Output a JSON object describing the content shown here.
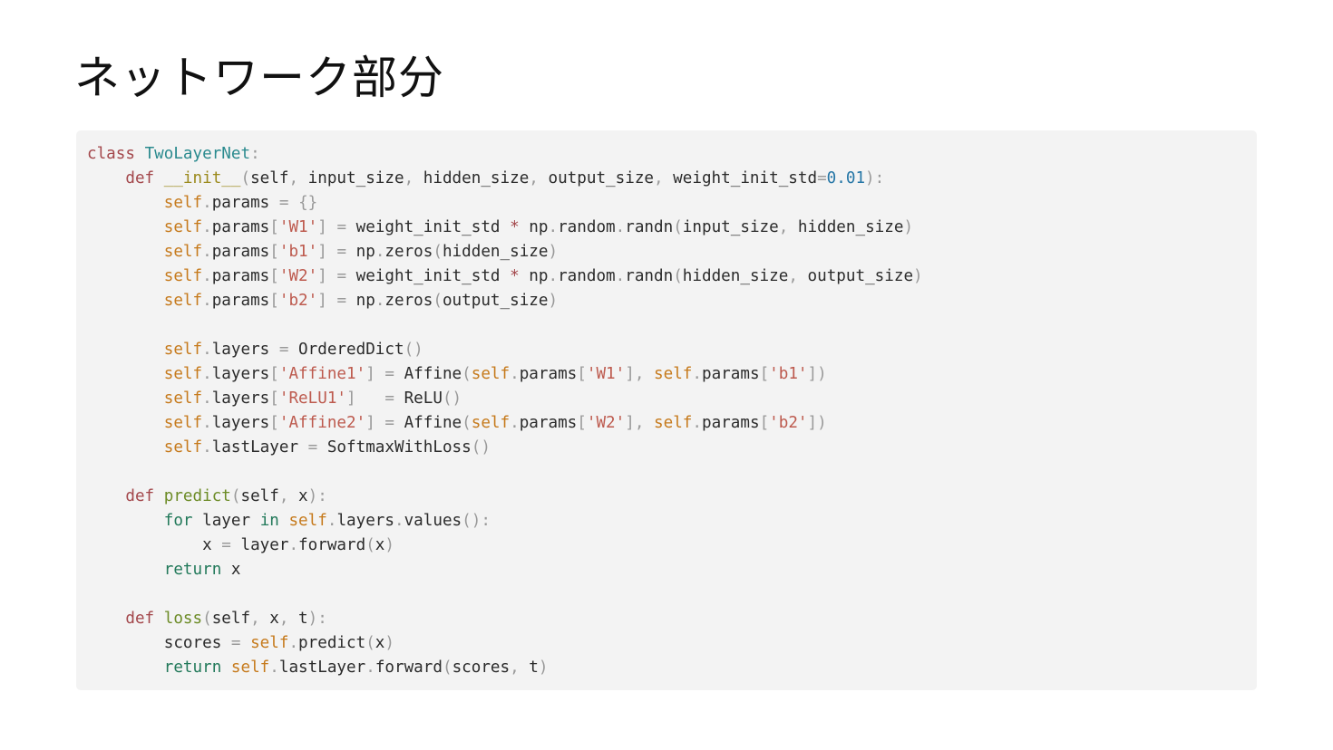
{
  "title": "ネットワーク部分",
  "colors": {
    "background": "#ffffff",
    "code_background": "#f3f3f3",
    "keyword": "#a3474b",
    "control_keyword": "#22795a",
    "class_name": "#2a8a8e",
    "function_name": "#6c8b26",
    "magic_method": "#9b8a1c",
    "self": "#c67a1c",
    "string": "#bd5a4e",
    "number": "#2576a6",
    "punctuation": "#9a9a9a",
    "text": "#2b2b2b"
  },
  "code": {
    "language": "python",
    "lines": [
      [
        [
          "kw",
          "class"
        ],
        [
          "txt",
          " "
        ],
        [
          "cls",
          "TwoLayerNet"
        ],
        [
          "punct",
          ":"
        ]
      ],
      [
        [
          "txt",
          "    "
        ],
        [
          "kw",
          "def"
        ],
        [
          "txt",
          " "
        ],
        [
          "magic",
          "__init__"
        ],
        [
          "punct",
          "("
        ],
        [
          "txt",
          "self"
        ],
        [
          "punct",
          ","
        ],
        [
          "txt",
          " input_size"
        ],
        [
          "punct",
          ","
        ],
        [
          "txt",
          " hidden_size"
        ],
        [
          "punct",
          ","
        ],
        [
          "txt",
          " output_size"
        ],
        [
          "punct",
          ","
        ],
        [
          "txt",
          " weight_init_std"
        ],
        [
          "punct",
          "="
        ],
        [
          "num",
          "0.01"
        ],
        [
          "punct",
          "):"
        ]
      ],
      [
        [
          "txt",
          "        "
        ],
        [
          "self",
          "self"
        ],
        [
          "punct",
          "."
        ],
        [
          "txt",
          "params "
        ],
        [
          "punct",
          "="
        ],
        [
          "txt",
          " "
        ],
        [
          "punct",
          "{}"
        ]
      ],
      [
        [
          "txt",
          "        "
        ],
        [
          "self",
          "self"
        ],
        [
          "punct",
          "."
        ],
        [
          "txt",
          "params"
        ],
        [
          "punct",
          "["
        ],
        [
          "str",
          "'W1'"
        ],
        [
          "punct",
          "]"
        ],
        [
          "txt",
          " "
        ],
        [
          "punct",
          "="
        ],
        [
          "txt",
          " weight_init_std "
        ],
        [
          "op",
          "*"
        ],
        [
          "txt",
          " np"
        ],
        [
          "punct",
          "."
        ],
        [
          "txt",
          "random"
        ],
        [
          "punct",
          "."
        ],
        [
          "txt",
          "randn"
        ],
        [
          "punct",
          "("
        ],
        [
          "txt",
          "input_size"
        ],
        [
          "punct",
          ","
        ],
        [
          "txt",
          " hidden_size"
        ],
        [
          "punct",
          ")"
        ]
      ],
      [
        [
          "txt",
          "        "
        ],
        [
          "self",
          "self"
        ],
        [
          "punct",
          "."
        ],
        [
          "txt",
          "params"
        ],
        [
          "punct",
          "["
        ],
        [
          "str",
          "'b1'"
        ],
        [
          "punct",
          "]"
        ],
        [
          "txt",
          " "
        ],
        [
          "punct",
          "="
        ],
        [
          "txt",
          " np"
        ],
        [
          "punct",
          "."
        ],
        [
          "txt",
          "zeros"
        ],
        [
          "punct",
          "("
        ],
        [
          "txt",
          "hidden_size"
        ],
        [
          "punct",
          ")"
        ]
      ],
      [
        [
          "txt",
          "        "
        ],
        [
          "self",
          "self"
        ],
        [
          "punct",
          "."
        ],
        [
          "txt",
          "params"
        ],
        [
          "punct",
          "["
        ],
        [
          "str",
          "'W2'"
        ],
        [
          "punct",
          "]"
        ],
        [
          "txt",
          " "
        ],
        [
          "punct",
          "="
        ],
        [
          "txt",
          " weight_init_std "
        ],
        [
          "op",
          "*"
        ],
        [
          "txt",
          " np"
        ],
        [
          "punct",
          "."
        ],
        [
          "txt",
          "random"
        ],
        [
          "punct",
          "."
        ],
        [
          "txt",
          "randn"
        ],
        [
          "punct",
          "("
        ],
        [
          "txt",
          "hidden_size"
        ],
        [
          "punct",
          ","
        ],
        [
          "txt",
          " output_size"
        ],
        [
          "punct",
          ")"
        ]
      ],
      [
        [
          "txt",
          "        "
        ],
        [
          "self",
          "self"
        ],
        [
          "punct",
          "."
        ],
        [
          "txt",
          "params"
        ],
        [
          "punct",
          "["
        ],
        [
          "str",
          "'b2'"
        ],
        [
          "punct",
          "]"
        ],
        [
          "txt",
          " "
        ],
        [
          "punct",
          "="
        ],
        [
          "txt",
          " np"
        ],
        [
          "punct",
          "."
        ],
        [
          "txt",
          "zeros"
        ],
        [
          "punct",
          "("
        ],
        [
          "txt",
          "output_size"
        ],
        [
          "punct",
          ")"
        ]
      ],
      [],
      [
        [
          "txt",
          "        "
        ],
        [
          "self",
          "self"
        ],
        [
          "punct",
          "."
        ],
        [
          "txt",
          "layers "
        ],
        [
          "punct",
          "="
        ],
        [
          "txt",
          " OrderedDict"
        ],
        [
          "punct",
          "()"
        ]
      ],
      [
        [
          "txt",
          "        "
        ],
        [
          "self",
          "self"
        ],
        [
          "punct",
          "."
        ],
        [
          "txt",
          "layers"
        ],
        [
          "punct",
          "["
        ],
        [
          "str",
          "'Affine1'"
        ],
        [
          "punct",
          "]"
        ],
        [
          "txt",
          " "
        ],
        [
          "punct",
          "="
        ],
        [
          "txt",
          " Affine"
        ],
        [
          "punct",
          "("
        ],
        [
          "self",
          "self"
        ],
        [
          "punct",
          "."
        ],
        [
          "txt",
          "params"
        ],
        [
          "punct",
          "["
        ],
        [
          "str",
          "'W1'"
        ],
        [
          "punct",
          "],"
        ],
        [
          "txt",
          " "
        ],
        [
          "self",
          "self"
        ],
        [
          "punct",
          "."
        ],
        [
          "txt",
          "params"
        ],
        [
          "punct",
          "["
        ],
        [
          "str",
          "'b1'"
        ],
        [
          "punct",
          "])"
        ]
      ],
      [
        [
          "txt",
          "        "
        ],
        [
          "self",
          "self"
        ],
        [
          "punct",
          "."
        ],
        [
          "txt",
          "layers"
        ],
        [
          "punct",
          "["
        ],
        [
          "str",
          "'ReLU1'"
        ],
        [
          "punct",
          "]"
        ],
        [
          "txt",
          "   "
        ],
        [
          "punct",
          "="
        ],
        [
          "txt",
          " ReLU"
        ],
        [
          "punct",
          "()"
        ]
      ],
      [
        [
          "txt",
          "        "
        ],
        [
          "self",
          "self"
        ],
        [
          "punct",
          "."
        ],
        [
          "txt",
          "layers"
        ],
        [
          "punct",
          "["
        ],
        [
          "str",
          "'Affine2'"
        ],
        [
          "punct",
          "]"
        ],
        [
          "txt",
          " "
        ],
        [
          "punct",
          "="
        ],
        [
          "txt",
          " Affine"
        ],
        [
          "punct",
          "("
        ],
        [
          "self",
          "self"
        ],
        [
          "punct",
          "."
        ],
        [
          "txt",
          "params"
        ],
        [
          "punct",
          "["
        ],
        [
          "str",
          "'W2'"
        ],
        [
          "punct",
          "],"
        ],
        [
          "txt",
          " "
        ],
        [
          "self",
          "self"
        ],
        [
          "punct",
          "."
        ],
        [
          "txt",
          "params"
        ],
        [
          "punct",
          "["
        ],
        [
          "str",
          "'b2'"
        ],
        [
          "punct",
          "])"
        ]
      ],
      [
        [
          "txt",
          "        "
        ],
        [
          "self",
          "self"
        ],
        [
          "punct",
          "."
        ],
        [
          "txt",
          "lastLayer "
        ],
        [
          "punct",
          "="
        ],
        [
          "txt",
          " SoftmaxWithLoss"
        ],
        [
          "punct",
          "()"
        ]
      ],
      [],
      [
        [
          "txt",
          "    "
        ],
        [
          "kw",
          "def"
        ],
        [
          "txt",
          " "
        ],
        [
          "fn",
          "predict"
        ],
        [
          "punct",
          "("
        ],
        [
          "txt",
          "self"
        ],
        [
          "punct",
          ","
        ],
        [
          "txt",
          " x"
        ],
        [
          "punct",
          "):"
        ]
      ],
      [
        [
          "txt",
          "        "
        ],
        [
          "ctrl",
          "for"
        ],
        [
          "txt",
          " layer "
        ],
        [
          "ctrl",
          "in"
        ],
        [
          "txt",
          " "
        ],
        [
          "self",
          "self"
        ],
        [
          "punct",
          "."
        ],
        [
          "txt",
          "layers"
        ],
        [
          "punct",
          "."
        ],
        [
          "txt",
          "values"
        ],
        [
          "punct",
          "():"
        ]
      ],
      [
        [
          "txt",
          "            x "
        ],
        [
          "punct",
          "="
        ],
        [
          "txt",
          " layer"
        ],
        [
          "punct",
          "."
        ],
        [
          "txt",
          "forward"
        ],
        [
          "punct",
          "("
        ],
        [
          "txt",
          "x"
        ],
        [
          "punct",
          ")"
        ]
      ],
      [
        [
          "txt",
          "        "
        ],
        [
          "ctrl",
          "return"
        ],
        [
          "txt",
          " x"
        ]
      ],
      [],
      [
        [
          "txt",
          "    "
        ],
        [
          "kw",
          "def"
        ],
        [
          "txt",
          " "
        ],
        [
          "fn",
          "loss"
        ],
        [
          "punct",
          "("
        ],
        [
          "txt",
          "self"
        ],
        [
          "punct",
          ","
        ],
        [
          "txt",
          " x"
        ],
        [
          "punct",
          ","
        ],
        [
          "txt",
          " t"
        ],
        [
          "punct",
          "):"
        ]
      ],
      [
        [
          "txt",
          "        scores "
        ],
        [
          "punct",
          "="
        ],
        [
          "txt",
          " "
        ],
        [
          "self",
          "self"
        ],
        [
          "punct",
          "."
        ],
        [
          "txt",
          "predict"
        ],
        [
          "punct",
          "("
        ],
        [
          "txt",
          "x"
        ],
        [
          "punct",
          ")"
        ]
      ],
      [
        [
          "txt",
          "        "
        ],
        [
          "ctrl",
          "return"
        ],
        [
          "txt",
          " "
        ],
        [
          "self",
          "self"
        ],
        [
          "punct",
          "."
        ],
        [
          "txt",
          "lastLayer"
        ],
        [
          "punct",
          "."
        ],
        [
          "txt",
          "forward"
        ],
        [
          "punct",
          "("
        ],
        [
          "txt",
          "scores"
        ],
        [
          "punct",
          ","
        ],
        [
          "txt",
          " t"
        ],
        [
          "punct",
          ")"
        ]
      ]
    ]
  }
}
